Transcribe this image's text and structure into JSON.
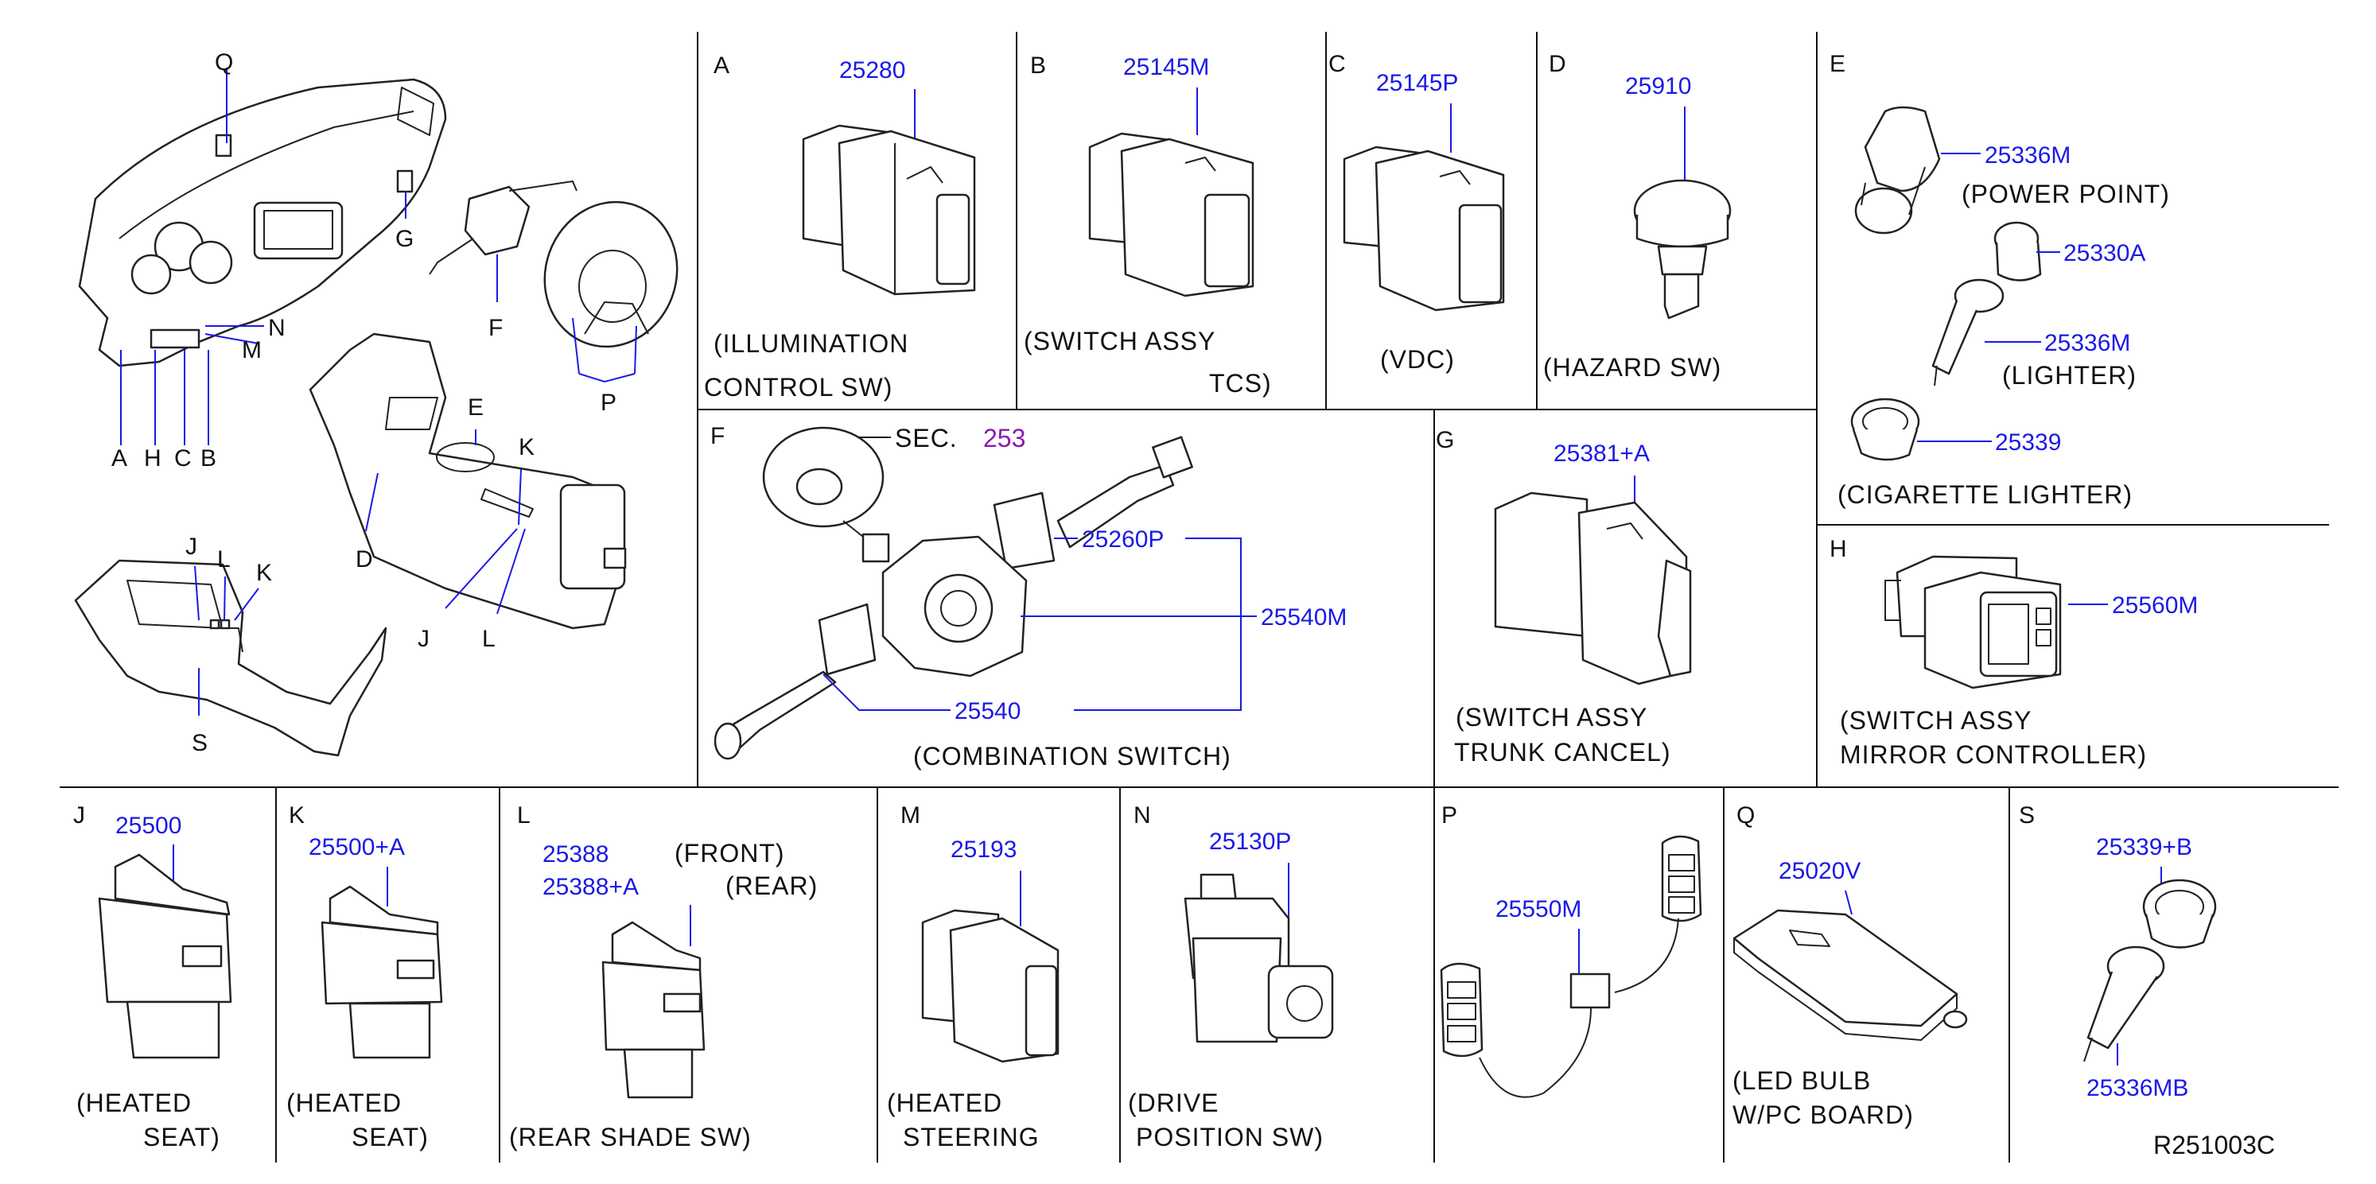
{
  "diagram": {
    "reference_code": "R251003C",
    "overview_labels": [
      "Q",
      "G",
      "F",
      "N",
      "M",
      "A",
      "H",
      "C",
      "B",
      "P",
      "E",
      "K",
      "D",
      "J",
      "L",
      "J",
      "L",
      "K",
      "S"
    ],
    "panels": {
      "A": {
        "letter": "A",
        "part": "25280",
        "caption_1": "(ILLUMINATION",
        "caption_2": "CONTROL   SW)"
      },
      "B": {
        "letter": "B",
        "part": "25145M",
        "caption_1": "(SWITCH    ASSY",
        "caption_2": "TCS)"
      },
      "C": {
        "letter": "C",
        "part": "25145P",
        "caption_1": "(VDC)"
      },
      "D": {
        "letter": "D",
        "part": "25910",
        "caption_1": "(HAZARD   SW)"
      },
      "E": {
        "letter": "E",
        "parts": [
          "25336M",
          "25330A",
          "25336M",
          "25339"
        ],
        "notes": [
          "(POWER   POINT)",
          "(LIGHTER)"
        ],
        "caption_1": "(CIGARETTE   LIGHTER)"
      },
      "F": {
        "letter": "F",
        "sec_prefix": "SEC.",
        "sec_number": "253",
        "parts": [
          "25260P",
          "25540M",
          "25540"
        ],
        "caption_1": "(COMBINATION   SWITCH)"
      },
      "G": {
        "letter": "G",
        "part": "25381+A",
        "caption_1": "(SWITCH   ASSY",
        "caption_2": "TRUNK   CANCEL)"
      },
      "H": {
        "letter": "H",
        "part": "25560M",
        "caption_1": "(SWITCH   ASSY",
        "caption_2": "MIRROR   CONTROLLER)"
      },
      "J": {
        "letter": "J",
        "part": "25500",
        "caption_1": "(HEATED",
        "caption_2": "SEAT)"
      },
      "K": {
        "letter": "K",
        "part": "25500+A",
        "caption_1": "(HEATED",
        "caption_2": "SEAT)"
      },
      "L": {
        "letter": "L",
        "parts": [
          "25388",
          "25388+A"
        ],
        "notes": [
          "(FRONT)",
          "(REAR)"
        ],
        "caption_1": "(REAR   SHADE   SW)"
      },
      "M": {
        "letter": "M",
        "part": "25193",
        "caption_1": "(HEATED",
        "caption_2": "STEERING"
      },
      "N": {
        "letter": "N",
        "part": "25130P",
        "caption_1": "(DRIVE",
        "caption_2": "POSITION   SW)"
      },
      "P": {
        "letter": "P",
        "part": "25550M"
      },
      "Q": {
        "letter": "Q",
        "part": "25020V",
        "caption_1": "(LED   BULB",
        "caption_2": "W/PC   BOARD)"
      },
      "S": {
        "letter": "S",
        "parts": [
          "25339+B",
          "25336MB"
        ]
      }
    }
  }
}
